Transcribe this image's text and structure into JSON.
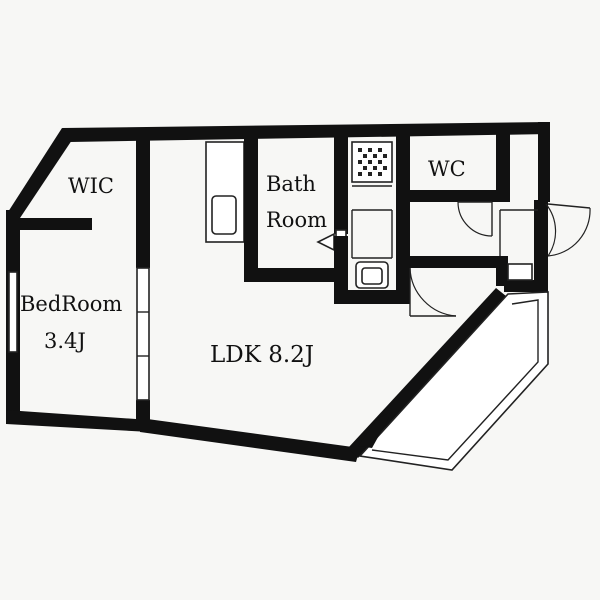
{
  "rooms": {
    "wic": {
      "label": "WIC"
    },
    "bath": {
      "line1": "Bath",
      "line2": "Room"
    },
    "wc": {
      "label": "WC"
    },
    "bedroom": {
      "line1": "BedRoom",
      "line2": "3.4J"
    },
    "ldk": {
      "label": "LDK 8.2J"
    }
  },
  "colors": {
    "wall": "#111111",
    "background": "#f7f7f5"
  },
  "icons": {
    "shower": "shower-drain-icon",
    "sink": "sink-icon",
    "bathtub": "bathtub-icon"
  }
}
